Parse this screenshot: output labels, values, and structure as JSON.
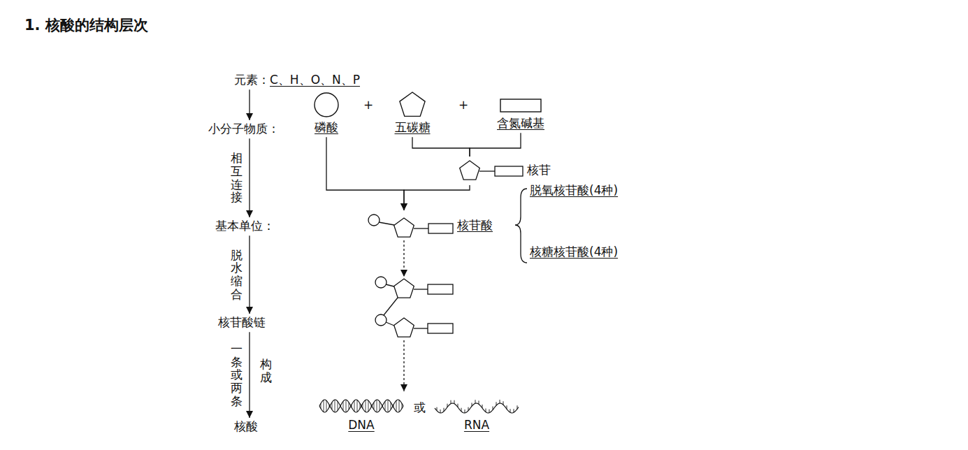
{
  "diagram": {
    "title": "1. 核酸的结构层次",
    "nodes": [
      {
        "text": [
          "元素：",
          "C、H、O、N、P"
        ]
      },
      {
        "text": [
          "小分子物质："
        ]
      },
      {
        "text": [
          "基本单位："
        ]
      },
      {
        "text": [
          "核苷酸链"
        ]
      },
      {
        "text": [
          "核酸"
        ]
      },
      {
        "text": [
          "磷酸"
        ]
      },
      {
        "text": [
          "五碳糖"
        ]
      },
      {
        "text": [
          "含氮碱基"
        ]
      },
      {
        "text": [
          "核苷"
        ]
      },
      {
        "text": [
          "核苷酸"
        ]
      },
      {
        "text": [
          "脱氧核苷酸(4种)"
        ]
      },
      {
        "text": [
          "核糖核苷酸(4种)"
        ]
      },
      {
        "text": [
          "DNA"
        ]
      },
      {
        "text": [
          "RNA"
        ]
      }
    ],
    "edges": [
      {
        "from": 0,
        "to": 1,
        "arrow": "to"
      },
      {
        "from": 1,
        "to": 2,
        "label": "相互连接",
        "arrow": "to"
      },
      {
        "from": 2,
        "to": 3,
        "label": "脱水缩合",
        "arrow": "to"
      },
      {
        "from": 3,
        "to": 4,
        "label": "一条或两条",
        "arrow": "to"
      },
      {
        "from": 6,
        "to": 8,
        "arrow": "none"
      },
      {
        "from": 7,
        "to": 8,
        "arrow": "none"
      },
      {
        "from": 8,
        "to": 9,
        "arrow": "to"
      },
      {
        "from": 5,
        "to": 9,
        "arrow": "to"
      }
    ],
    "labels": [
      "+",
      "+",
      "构成",
      "或"
    ]
  }
}
